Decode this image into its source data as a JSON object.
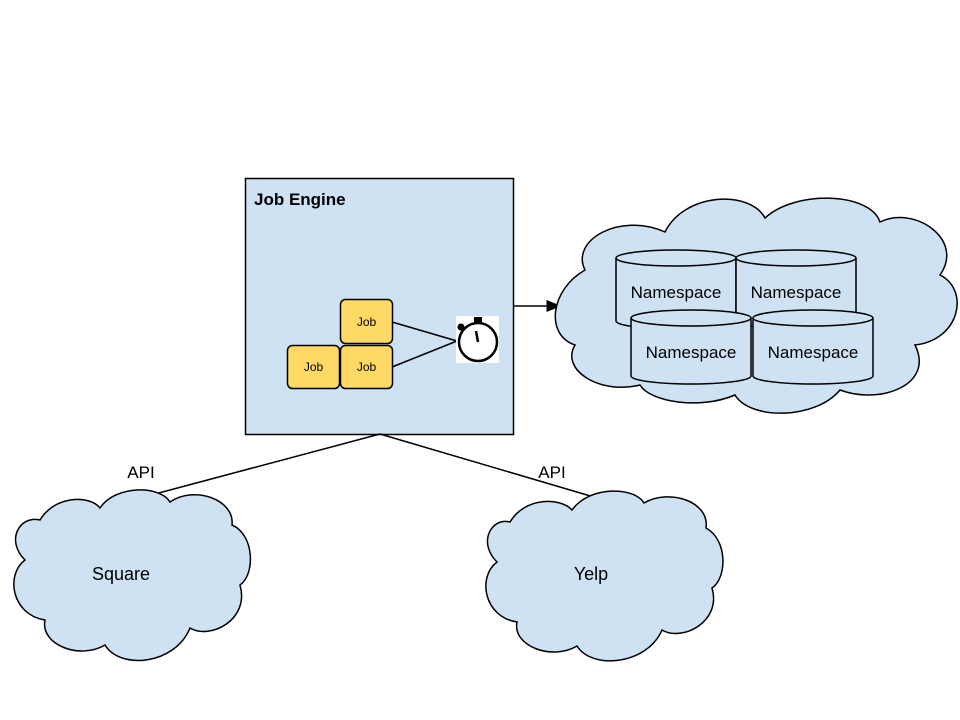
{
  "job_engine": {
    "title": "Job Engine"
  },
  "jobs": [
    "Job",
    "Job",
    "Job"
  ],
  "namespaces": [
    "Namespace",
    "Namespace",
    "Namespace",
    "Namespace"
  ],
  "clients": [
    {
      "name": "Square",
      "api_label": "API"
    },
    {
      "name": "Yelp",
      "api_label": "API"
    }
  ],
  "icons": {
    "timer": "stopwatch-icon"
  },
  "colors": {
    "panel_fill": "#cfe2f3",
    "job_fill": "#ffd966",
    "stroke": "#000000"
  }
}
